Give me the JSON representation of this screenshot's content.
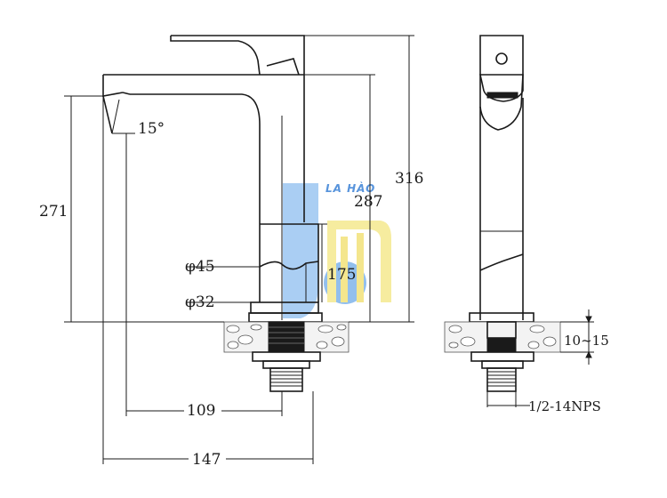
{
  "dimensions": {
    "angle": "15°",
    "height_body": "271",
    "height_spout": "287",
    "height_total": "316",
    "height_lower": "175",
    "dia_outer": "φ45",
    "dia_inner": "φ32",
    "reach": "109",
    "length": "147",
    "deck_thickness": "10~15",
    "thread": "1/2-14NPS"
  },
  "watermark": {
    "text": "LA HÀO",
    "colors": {
      "blue": "#7fb4ea",
      "yellow": "#f3e27a"
    }
  }
}
